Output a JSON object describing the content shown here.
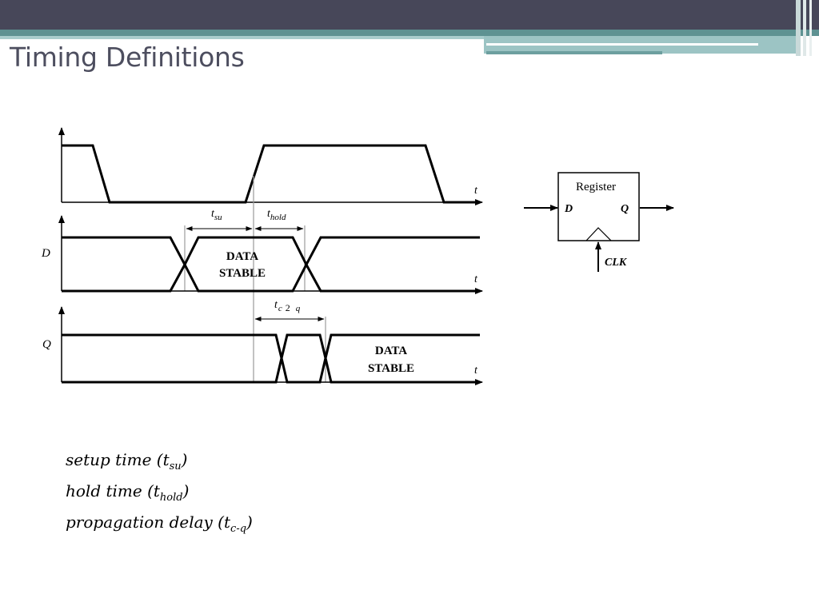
{
  "slide": {
    "title": "Timing Definitions",
    "colors": {
      "header_dark": "#474759",
      "header_teal": "#5e9292",
      "header_light": "#a9cdcd",
      "title_text": "#4d4e5f"
    }
  },
  "timing_diagram": {
    "time_axis_label": "t",
    "signal_d_label": "D",
    "signal_q_label": "Q",
    "tsu_label": {
      "main": "t",
      "sub": "su"
    },
    "thold_label": {
      "main": "t",
      "sub": "hold"
    },
    "tc2q_label": {
      "main": "t",
      "sub1": "c",
      "mid": "2",
      "sub2": "q"
    },
    "data_stable_line1": "DATA",
    "data_stable_line2": "STABLE"
  },
  "register_block": {
    "name": "Register",
    "input_label": "D",
    "output_label": "Q",
    "clock_label": "CLK"
  },
  "legend": {
    "setup": {
      "text": "setup time (",
      "sym": "t",
      "sub": "su",
      "close": ")"
    },
    "hold": {
      "text": "hold time (",
      "sym": "t",
      "sub": "hold",
      "close": ")"
    },
    "prop": {
      "text": "propagation delay (",
      "sym": "t",
      "sub": "c-q",
      "close": ")"
    }
  }
}
